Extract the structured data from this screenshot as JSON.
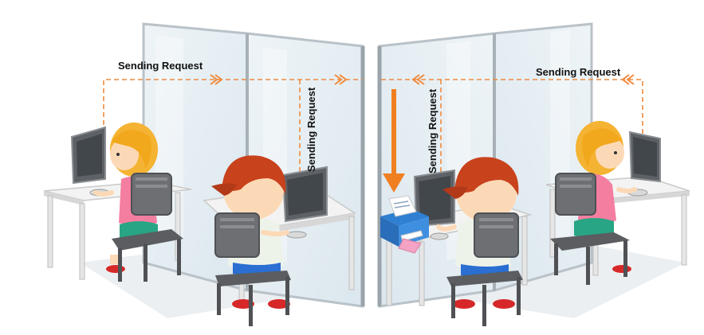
{
  "labels": {
    "request_left_top": "Sending Request",
    "request_left_vertical": "Sending Request",
    "request_right_vertical": "Sending Request",
    "request_right_top": "Sending Request"
  },
  "colors": {
    "request_path": "#f08a3c",
    "print_arrow": "#f07f22",
    "glass": "#e4eef3",
    "frame": "#b9c2c8",
    "desk_top": "#f2f2f2",
    "chair": "#6d6f73",
    "girl_hair": "#f5b333",
    "boy_hair": "#c8421c",
    "printer": "#2f7fd3"
  },
  "icons": [
    "printer-icon",
    "computer-monitor-icon",
    "arrow-chevron-icon",
    "down-arrow-icon"
  ]
}
